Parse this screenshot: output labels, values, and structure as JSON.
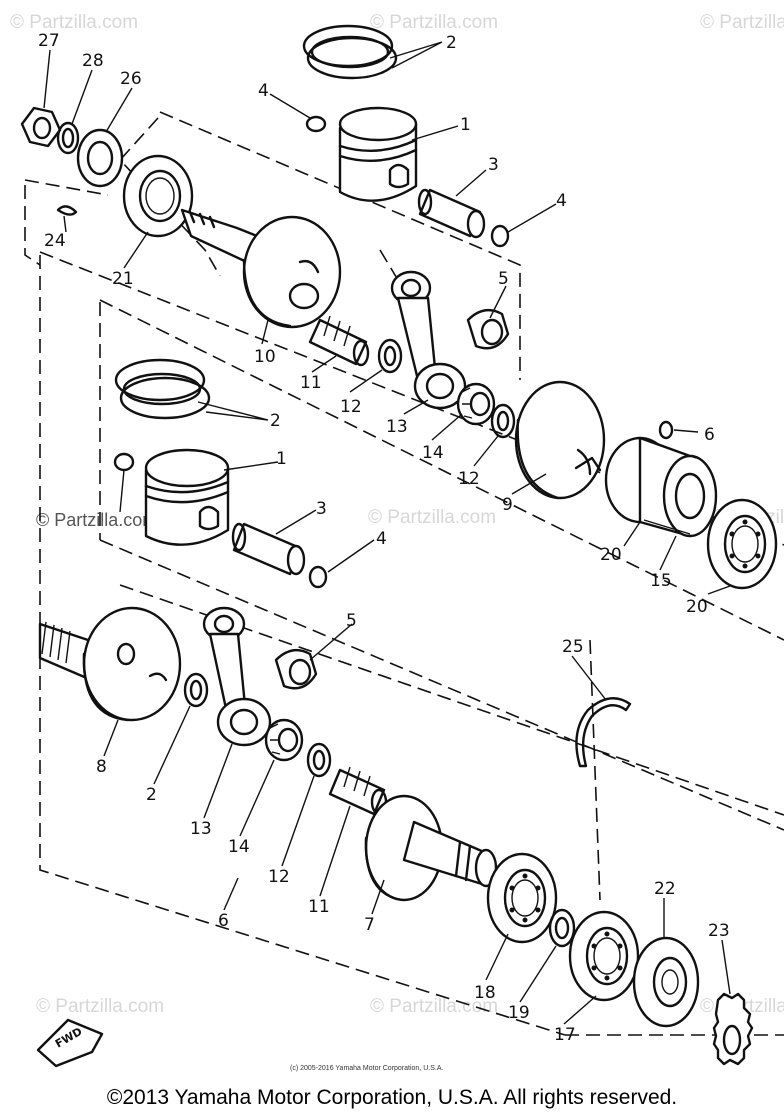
{
  "watermarks": [
    "© Partzilla.com",
    "© Partzilla.com",
    "© Partzilla.com",
    "© Partzilla.com",
    "© Partzilla.com",
    "© Partzilla.com",
    "© Partzilla.com",
    "© Partzilla.com",
    "© Partzilla.com"
  ],
  "callouts": [
    "27",
    "28",
    "26",
    "4",
    "2",
    "1",
    "3",
    "4",
    "24",
    "21",
    "10",
    "5",
    "11",
    "12",
    "13",
    "14",
    "12",
    "9",
    "6",
    "2",
    "1",
    "3",
    "4",
    "20",
    "15",
    "20",
    "5",
    "25",
    "8",
    "2",
    "13",
    "14",
    "12",
    "11",
    "7",
    "6",
    "18",
    "19",
    "17",
    "22",
    "23"
  ],
  "fwd_label": "FWD",
  "diagram_copyright": "(c) 2005-2016 Yamaha Motor Corporation, U.S.A.",
  "footer": "©2013 Yamaha Motor Corporation, U.S.A. All rights reserved."
}
